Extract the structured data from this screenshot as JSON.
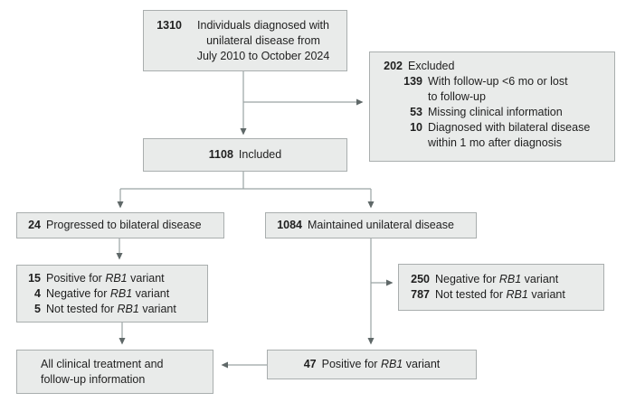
{
  "figure": {
    "type": "study-flow-diagram",
    "background_color": "#ffffff",
    "box_fill_color": "#e9ebea",
    "box_border_color": "#a9aeae",
    "text_color": "#1f1f1f",
    "connector_color": "#9aa3a3",
    "arrowhead_color": "#5f6868"
  },
  "boxes": {
    "diagnosed": {
      "number": "1310",
      "lines": [
        "Individuals diagnosed with",
        "unilateral disease from",
        "July 2010 to October 2024"
      ]
    },
    "excluded": {
      "number": "202",
      "label": "Excluded",
      "items": [
        {
          "number": "139",
          "lines": [
            "With follow-up <6 mo or lost",
            "to follow-up"
          ]
        },
        {
          "number": "53",
          "lines": [
            "Missing clinical information"
          ]
        },
        {
          "number": "10",
          "lines": [
            "Diagnosed with bilateral disease",
            "within 1 mo after diagnosis"
          ]
        }
      ]
    },
    "included": {
      "number": "1108",
      "label": "Included"
    },
    "progressed": {
      "number": "24",
      "label": "Progressed to bilateral disease"
    },
    "maintained": {
      "number": "1084",
      "label": "Maintained unilateral disease"
    },
    "progressed_rb1": {
      "rows": [
        {
          "number": "15",
          "pre": "Positive for ",
          "gene": "RB1",
          "post": " variant"
        },
        {
          "number": "4",
          "pre": "Negative for ",
          "gene": "RB1",
          "post": " variant"
        },
        {
          "number": "5",
          "pre": "Not tested for ",
          "gene": "RB1",
          "post": " variant"
        }
      ]
    },
    "maintained_rb1": {
      "rows": [
        {
          "number": "250",
          "pre": "Negative for ",
          "gene": "RB1",
          "post": " variant"
        },
        {
          "number": "787",
          "pre": "Not tested for ",
          "gene": "RB1",
          "post": " variant"
        }
      ]
    },
    "positive_rb1": {
      "number": "47",
      "pre": "Positive for ",
      "gene": "RB1",
      "post": " variant"
    },
    "clinical": {
      "lines": [
        "All clinical treatment and",
        "follow-up information"
      ]
    }
  }
}
